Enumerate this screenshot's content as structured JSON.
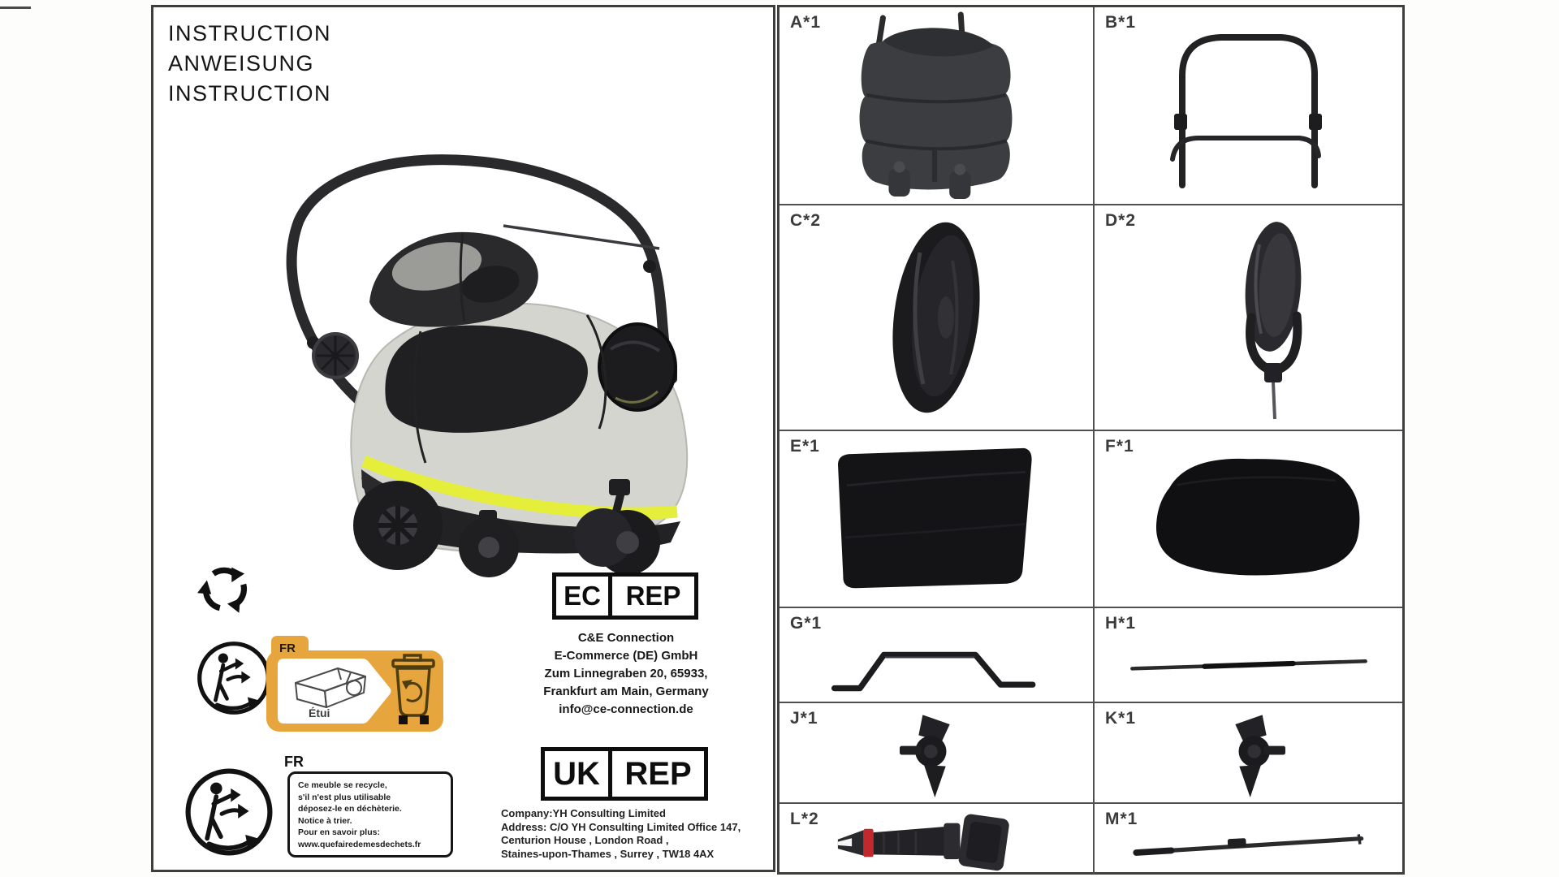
{
  "page": {
    "title_lines": [
      "INSTRUCTION",
      "ANWEISUNG",
      "INSTRUCTION"
    ]
  },
  "eu_rep": {
    "badge_left": "EC",
    "badge_right": "REP",
    "lines": [
      "C&E Connection",
      "E-Commerce (DE) GmbH",
      "Zum Linnegraben 20, 65933,",
      "Frankfurt am Main, Germany",
      "info@ce-connection.de"
    ]
  },
  "uk_rep": {
    "badge_left": "UK",
    "badge_right": "REP",
    "lines": [
      "Company:YH Consulting Limited",
      "Address: C/O YH Consulting Limited Office 147,",
      "Centurion House , London Road ,",
      "Staines-upon-Thames , Surrey , TW18 4AX"
    ]
  },
  "fr_sorting_label": {
    "country": "FR",
    "item": "Étui"
  },
  "fr_recycling_note": {
    "country": "FR",
    "lines": [
      "Ce meuble se recycle,",
      "s'il n'est plus utilisable",
      "déposez-le en déchèterie.",
      "Notice à trier.",
      "Pour en savoir plus:",
      "www.quefairedemesdechets.fr"
    ]
  },
  "parts": [
    {
      "label": "A*1",
      "name": "folded carrier body"
    },
    {
      "label": "B*1",
      "name": "handle frame"
    },
    {
      "label": "C*2",
      "name": "rear wheel"
    },
    {
      "label": "D*2",
      "name": "front swivel wheel"
    },
    {
      "label": "E*1",
      "name": "folded fabric cover"
    },
    {
      "label": "F*1",
      "name": "cushion pad"
    },
    {
      "label": "G*1",
      "name": "bent support bar"
    },
    {
      "label": "H*1",
      "name": "straight rod"
    },
    {
      "label": "J*1",
      "name": "left bracket"
    },
    {
      "label": "K*1",
      "name": "right bracket"
    },
    {
      "label": "L*2",
      "name": "safety buckle strap"
    },
    {
      "label": "M*1",
      "name": "axle rod"
    }
  ],
  "colors": {
    "accent_yellow": "#e4ee3b",
    "label_orange": "#e7a53d",
    "part_black": "#232326",
    "buckle_red": "#c3282f"
  }
}
